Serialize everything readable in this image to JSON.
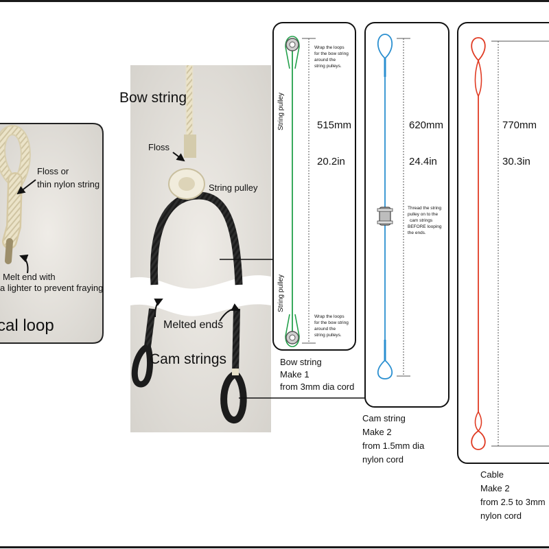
{
  "photo_left": {
    "floss_label_line1": "Floss or",
    "floss_label_line2": "thin nylon string",
    "melt_label_line1": "Melt end with",
    "melt_label_line2": "a lighter to prevent fraying",
    "caption": "cal loop"
  },
  "photo_right": {
    "bow_string_label": "Bow string",
    "floss_label": "Floss",
    "string_pulley_label": "String pulley",
    "melted_ends_label": "Melted ends",
    "cam_strings_label": "Cam strings"
  },
  "panel_bow": {
    "pulley_label_top": "String pulley",
    "pulley_label_bottom": "String pulley",
    "note_top": [
      "Wrap the loops",
      "for the bow string",
      "around the",
      "string pulleys."
    ],
    "note_bottom": [
      "Wrap the loops",
      "for the bow string",
      "around the",
      "string pulleys."
    ],
    "length_mm": "515mm",
    "length_in": "20.2in",
    "caption": [
      "Bow string",
      "Make 1",
      "from 3mm dia cord"
    ],
    "color": "#22a04a"
  },
  "panel_cam": {
    "note": [
      "Thread the string",
      "pulley on to the",
      "cam strings",
      "BEFORE looping",
      "the ends."
    ],
    "length_mm": "620mm",
    "length_in": "24.4in",
    "caption": [
      "Cam string",
      "Make 2",
      "from 1.5mm dia",
      "nylon cord"
    ],
    "color": "#2a8fd0"
  },
  "panel_cable": {
    "length_mm": "770mm",
    "length_in": "30.3in",
    "caption": [
      "Cable",
      "Make 2",
      "from 2.5 to 3mm",
      "nylon cord"
    ],
    "color": "#e03a22"
  }
}
